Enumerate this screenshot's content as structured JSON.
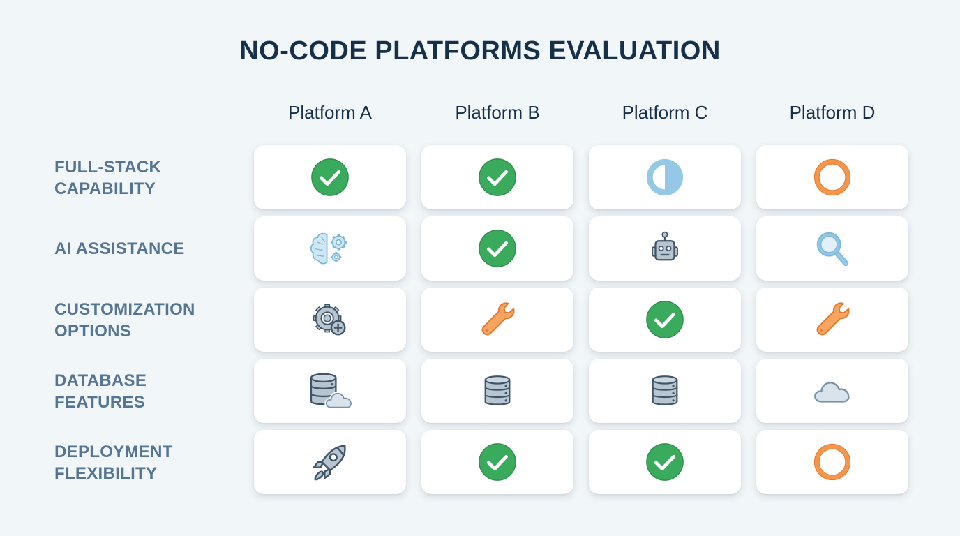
{
  "title": "NO-CODE PLATFORMS EVALUATION",
  "columns": [
    "Platform A",
    "Platform B",
    "Platform C",
    "Platform D"
  ],
  "rows": [
    {
      "label_line1": "FULL-STACK",
      "label_line2": "CAPABILITY",
      "cells": [
        "check",
        "check",
        "half-circle",
        "empty-circle"
      ]
    },
    {
      "label_line1": "AI ASSISTANCE",
      "label_line2": "",
      "cells": [
        "brain-gears",
        "check",
        "robot",
        "magnifier"
      ]
    },
    {
      "label_line1": "CUSTOMIZATION",
      "label_line2": "OPTIONS",
      "cells": [
        "gear-plus",
        "wrench",
        "check",
        "wrench"
      ]
    },
    {
      "label_line1": "DATABASE",
      "label_line2": "FEATURES",
      "cells": [
        "database-cloud",
        "database",
        "database",
        "cloud"
      ]
    },
    {
      "label_line1": "DEPLOYMENT",
      "label_line2": "FLEXIBILITY",
      "cells": [
        "rocket",
        "check",
        "check",
        "empty-circle"
      ]
    }
  ],
  "colors": {
    "title": "#17304a",
    "row_label": "#557592",
    "check_green": "#3aaa5c",
    "partial_blue": "#94c8e6",
    "empty_orange": "#f5964a",
    "icon_slate": "#3f5468",
    "icon_fill": "#b7c5d1",
    "background": "#f1f6f8"
  }
}
